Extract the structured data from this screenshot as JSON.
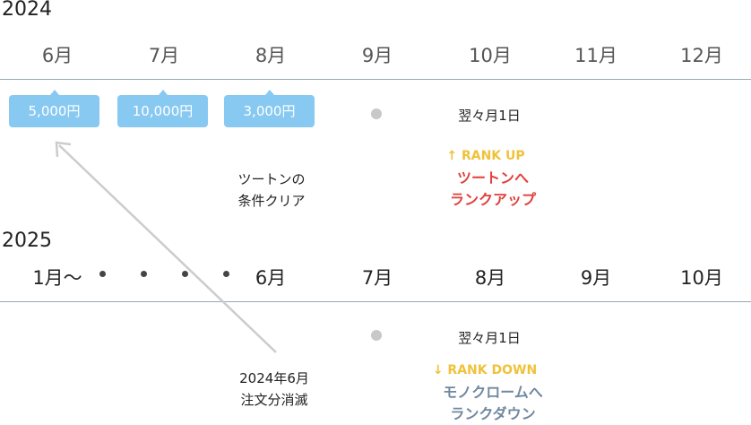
{
  "year_2024": {
    "label": "2024",
    "months": [
      "6月",
      "7月",
      "8月",
      "9月",
      "10月",
      "11月",
      "12月"
    ],
    "badges": [
      "5,000円",
      "10,000円",
      "3,000円"
    ],
    "next_month_label": "翌々月1日",
    "condition_note": [
      "ツートンの",
      "条件クリア"
    ],
    "rank_up": {
      "label": "↑ RANK UP",
      "text": [
        "ツートンへ",
        "ランクアップ"
      ]
    }
  },
  "year_2025": {
    "label": "2025",
    "start_label": "1月〜",
    "months": [
      "6月",
      "7月",
      "8月",
      "9月",
      "10月"
    ],
    "next_month_label": "翌々月1日",
    "expire_note": [
      "2024年6月",
      "注文分消滅"
    ],
    "rank_down": {
      "label": "↓ RANK DOWN",
      "text": [
        "モノクロームへ",
        "ランクダウン"
      ]
    }
  },
  "colors": {
    "badge": "#88c9f2",
    "rank_label": "#f0c23a",
    "rank_up_text": "#e0403c",
    "rank_down_text": "#7088a0",
    "rule": "#9aa7b2",
    "arrow": "#cccccc"
  }
}
